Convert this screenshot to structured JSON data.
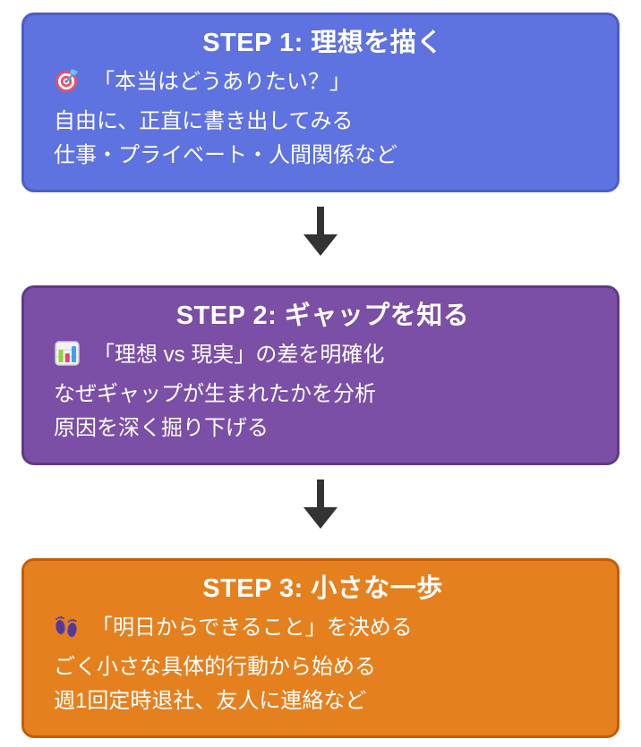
{
  "page": {
    "background": "#ffffff"
  },
  "arrow": {
    "color": "#333333"
  },
  "steps": [
    {
      "title": "STEP 1: 理想を描く",
      "icon_name": "target-icon",
      "icon_char": "🎯",
      "lines": [
        "「本当はどうありたい？」",
        "自由に、正直に書き出してみる",
        "仕事・プライベート・人間関係など"
      ],
      "bg_color": "#5E72E0",
      "border_color": "#4C5CC9",
      "text_color": "#ffffff"
    },
    {
      "title": "STEP 2: ギャップを知る",
      "icon_name": "bar-chart-icon",
      "icon_char": "📊",
      "lines": [
        "「理想 vs 現実」の差を明確化",
        "なぜギャップが生まれたかを分析",
        "原因を深く掘り下げる"
      ],
      "bg_color": "#7A4FA5",
      "border_color": "#5F3A85",
      "text_color": "#ffffff"
    },
    {
      "title": "STEP 3: 小さな一歩",
      "icon_name": "footprints-icon",
      "icon_char": "👣",
      "lines": [
        "「明日からできること」を決める",
        "ごく小さな具体的行動から始める",
        "週1回定時退社、友人に連絡など"
      ],
      "bg_color": "#E5801F",
      "border_color": "#C75B06",
      "text_color": "#ffffff"
    }
  ]
}
